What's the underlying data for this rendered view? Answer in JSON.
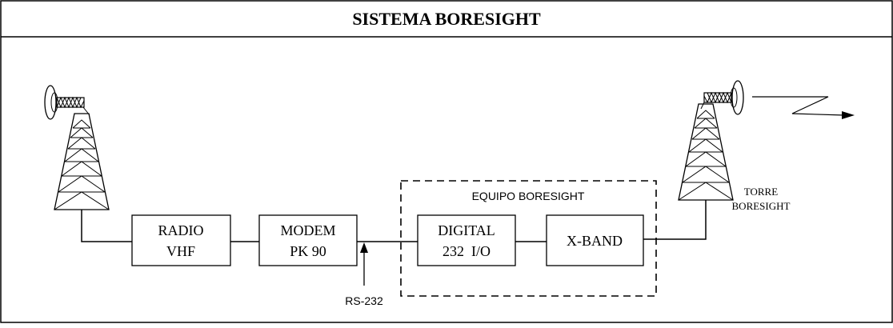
{
  "diagram": {
    "title": "SISTEMA BORESIGHT",
    "blocks": {
      "radio": {
        "line1": "RADIO",
        "line2": "VHF"
      },
      "modem": {
        "line1": "MODEM",
        "line2": "PK 90"
      },
      "digital": {
        "line1": "DIGITAL",
        "line2": "232  I/O"
      },
      "xband": {
        "label": "X-BAND"
      }
    },
    "group_label": "EQUIPO BORESIGHT",
    "interface_label": "RS-232",
    "tower_right_label": {
      "line1": "TORRE",
      "line2": "BORESIGHT"
    }
  }
}
